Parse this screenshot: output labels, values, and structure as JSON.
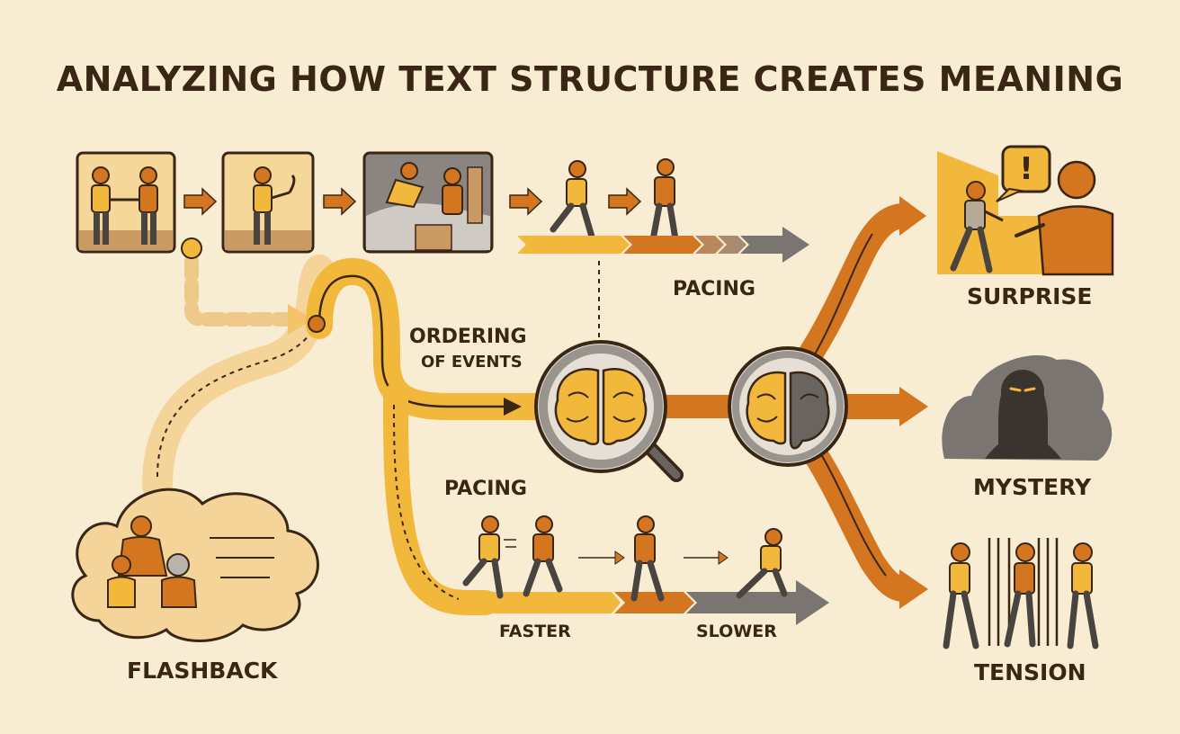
{
  "title": "ANALYZING HOW TEXT STRUCTURE CREATES MEANING",
  "labels": {
    "pacing_top": "PACING",
    "ordering_line1": "ORDERING",
    "ordering_line2": "OF EVENTS",
    "pacing_lower": "PACING",
    "faster": "FASTER",
    "slower": "SLOWER",
    "flashback": "FLASHBACK"
  },
  "outcomes": {
    "surprise": "SURPRISE",
    "mystery": "MYSTERY",
    "tension": "TENSION"
  },
  "surprise_symbol": "!",
  "colors": {
    "background": "#f8ecd3",
    "yellow": "#f2b83c",
    "orange": "#d3761f",
    "gray": "#7a7571",
    "dark": "#3a2614",
    "light_path": "#f5d49a"
  },
  "icons": {
    "magnifier": "magnifier-brain-icon",
    "split_brain": "split-brain-icon",
    "thought_cloud": "memory-cloud-icon"
  }
}
